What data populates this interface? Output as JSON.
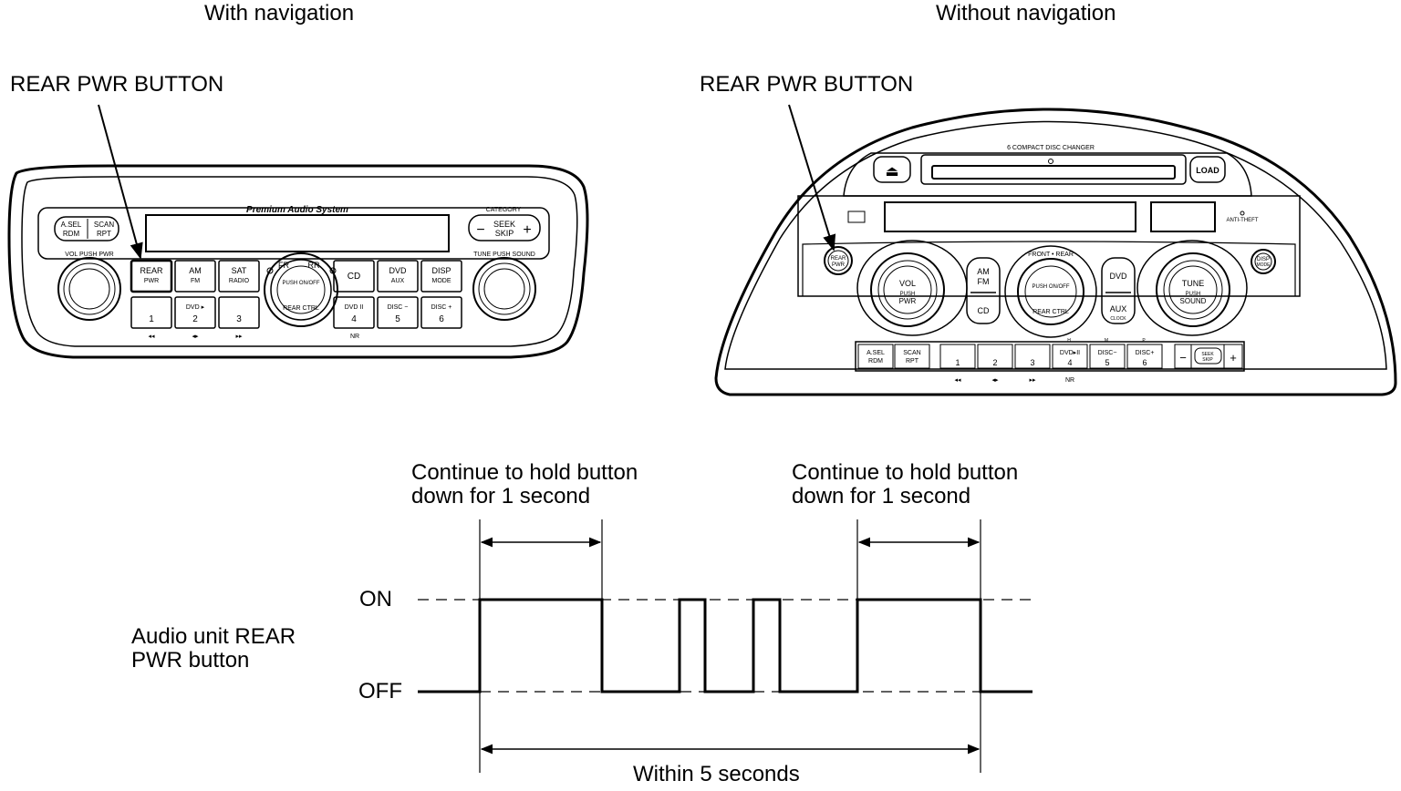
{
  "headings": {
    "with_nav": "With navigation",
    "without_nav": "Without navigation"
  },
  "callouts": {
    "rear_pwr_left": "REAR PWR BUTTON",
    "rear_pwr_right": "REAR PWR BUTTON"
  },
  "unit_with_nav": {
    "brand": "Premium Audio System",
    "category": "CATEGORY",
    "asel_top": "A.SEL",
    "asel_bottom": "RDM",
    "scan_top": "SCAN",
    "scan_bottom": "RPT",
    "seek_top": "SEEK",
    "seek_bottom": "SKIP",
    "seek_minus": "−",
    "seek_plus": "+",
    "vol_label": "VOL PUSH PWR",
    "tune_label": "TUNE PUSH SOUND",
    "buttons": [
      {
        "top": "REAR",
        "bottom": "PWR"
      },
      {
        "top": "AM",
        "bottom": "FM"
      },
      {
        "top": "SAT",
        "bottom": "RADIO"
      },
      {
        "top": "CD",
        "bottom": ""
      },
      {
        "top": "DVD",
        "bottom": "AUX"
      },
      {
        "top": "DISP",
        "bottom": "MODE"
      }
    ],
    "knob_fr": "FR",
    "knob_rr": "RR",
    "knob_push": "PUSH ON/OFF",
    "knob_ctrl": "REAR CTRL",
    "presets": [
      {
        "top": "",
        "num": "1",
        "below": "◂◂"
      },
      {
        "top": "DVD ▸",
        "num": "2",
        "below": "◂▸"
      },
      {
        "top": "",
        "num": "3",
        "below": "▸▸"
      },
      {
        "top": "DVD II",
        "num": "4",
        "below": ""
      },
      {
        "top": "DISC −",
        "num": "5",
        "below": ""
      },
      {
        "top": "DISC +",
        "num": "6",
        "below": ""
      }
    ],
    "nr": "NR"
  },
  "unit_without_nav": {
    "changer": "6 COMPACT DISC CHANGER",
    "eject": "⏏",
    "load": "LOAD",
    "anti_theft": "ANTI-THEFT",
    "rear_pwr_top": "REAR",
    "rear_pwr_bottom": "PWR",
    "disp_top": "DISP",
    "disp_bottom": "MODE",
    "vol_lines": [
      "VOL",
      "PUSH",
      "PWR"
    ],
    "tune_lines": [
      "TUNE",
      "PUSH",
      "SOUND"
    ],
    "am": "AM",
    "fm": "FM",
    "cd": "CD",
    "front_rear": "FRONT • REAR",
    "push_onoff": "PUSH ON/OFF",
    "rear_ctrl": "REAR CTRL",
    "dvd": "DVD",
    "aux": "AUX",
    "clock": "CLOCK",
    "asel_top": "A.SEL",
    "asel_bottom": "RDM",
    "scan_top": "SCAN",
    "scan_bottom": "RPT",
    "presets": [
      {
        "top": "",
        "num": "1"
      },
      {
        "top": "",
        "num": "2"
      },
      {
        "top": "",
        "num": "3"
      },
      {
        "top": "DVD▸II",
        "num": "4"
      },
      {
        "top": "DISC−",
        "num": "5"
      },
      {
        "top": "DISC+",
        "num": "6"
      }
    ],
    "preset_marks": [
      "H",
      "M",
      "P"
    ],
    "below_marks": [
      "◂◂",
      "◂▸",
      "▸▸",
      "NR"
    ],
    "seek_minus": "−",
    "seek_top": "SEEK",
    "seek_bottom": "SKIP",
    "seek_plus": "+"
  },
  "timing": {
    "hold_note_1": "Continue to hold button down for 1 second",
    "hold_note_2": "Continue to hold button down for 1 second",
    "on_label": "ON",
    "off_label": "OFF",
    "signal_label": "Audio unit REAR PWR button",
    "window_label": "Within 5 seconds",
    "sequence": [
      "OFF",
      "ON",
      "OFF",
      "ON",
      "OFF",
      "ON",
      "OFF",
      "ON",
      "OFF"
    ]
  }
}
